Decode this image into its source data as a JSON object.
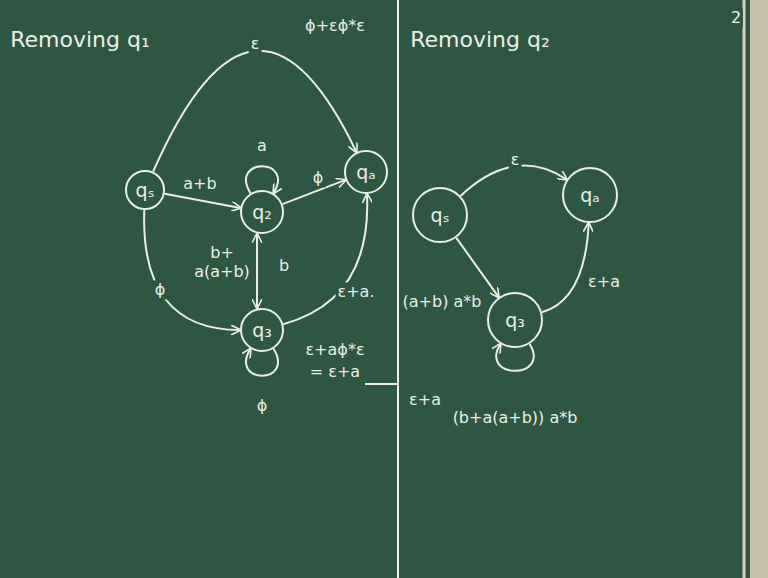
{
  "diagram": {
    "nodes": [
      {
        "text": [
          "qₛ"
        ]
      },
      {
        "text": [
          "q₂"
        ]
      },
      {
        "text": [
          "qₐ"
        ]
      },
      {
        "text": [
          "q₃"
        ]
      },
      {
        "text": [
          "qₛ"
        ]
      },
      {
        "text": [
          "qₐ"
        ]
      },
      {
        "text": [
          "q₃"
        ]
      }
    ],
    "edges": [
      {
        "from": 0,
        "to": 2,
        "label": "ε",
        "arrow": "to"
      },
      {
        "from": 0,
        "to": 1,
        "label": "a+b",
        "arrow": "to"
      },
      {
        "from": 1,
        "to": 1,
        "label": "a",
        "arrow": "to"
      },
      {
        "from": 1,
        "to": 2,
        "label": "ϕ",
        "arrow": "to"
      },
      {
        "from": 3,
        "to": 1,
        "label": "b+ a(a+b)",
        "arrow": "to"
      },
      {
        "from": 1,
        "to": 3,
        "label": "b",
        "arrow": "to"
      },
      {
        "from": 0,
        "to": 3,
        "label": "ϕ",
        "arrow": "to"
      },
      {
        "from": 3,
        "to": 3,
        "label": "ϕ",
        "arrow": "to"
      },
      {
        "from": 3,
        "to": 2,
        "label": "ε+a.",
        "arrow": "to"
      },
      {
        "from": 4,
        "to": 5,
        "label": "ε",
        "arrow": "to"
      },
      {
        "from": 4,
        "to": 6,
        "label": "(a+b) a*b",
        "arrow": "to"
      },
      {
        "from": 6,
        "to": 5,
        "label": "ε+a",
        "arrow": "to"
      },
      {
        "from": 6,
        "to": 6,
        "label": "(b+a(a+b)) a*b",
        "arrow": "to"
      }
    ],
    "labels": [
      "Removing q₁",
      "ϕ+εϕ*ε",
      "Removing q₂",
      "ε+aϕ*ε",
      "= ε+a",
      "ε+a",
      "2"
    ]
  }
}
